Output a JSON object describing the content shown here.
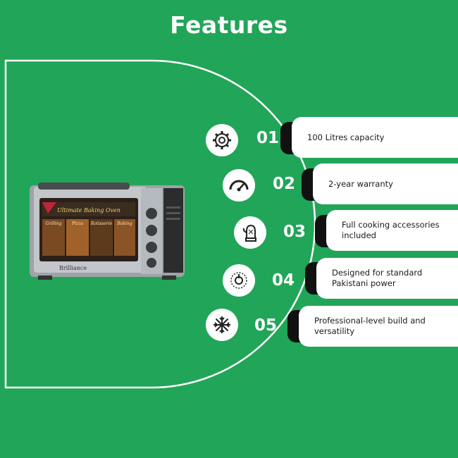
{
  "title": "Features",
  "product": {
    "brand": "Brilliance",
    "banner": "Ultimate Baking Oven",
    "modes": [
      "Grilling",
      "Pizza",
      "Rotisserie",
      "Baking"
    ]
  },
  "features": [
    {
      "number": "01",
      "text": "100 Litres capacity",
      "icon": "gear-icon"
    },
    {
      "number": "02",
      "text": "2-year warranty",
      "icon": "gauge-icon"
    },
    {
      "number": "03",
      "text": "Full cooking accessories included",
      "icon": "oven-mitt-icon"
    },
    {
      "number": "04",
      "text": "Designed for standard Pakistani power",
      "icon": "power-dial-icon"
    },
    {
      "number": "05",
      "text": "Professional-level build and versatility",
      "icon": "snowflake-icon"
    }
  ],
  "colors": {
    "background": "#21a558",
    "card": "#ffffff",
    "tab": "#111111",
    "line": "#ffffff"
  }
}
